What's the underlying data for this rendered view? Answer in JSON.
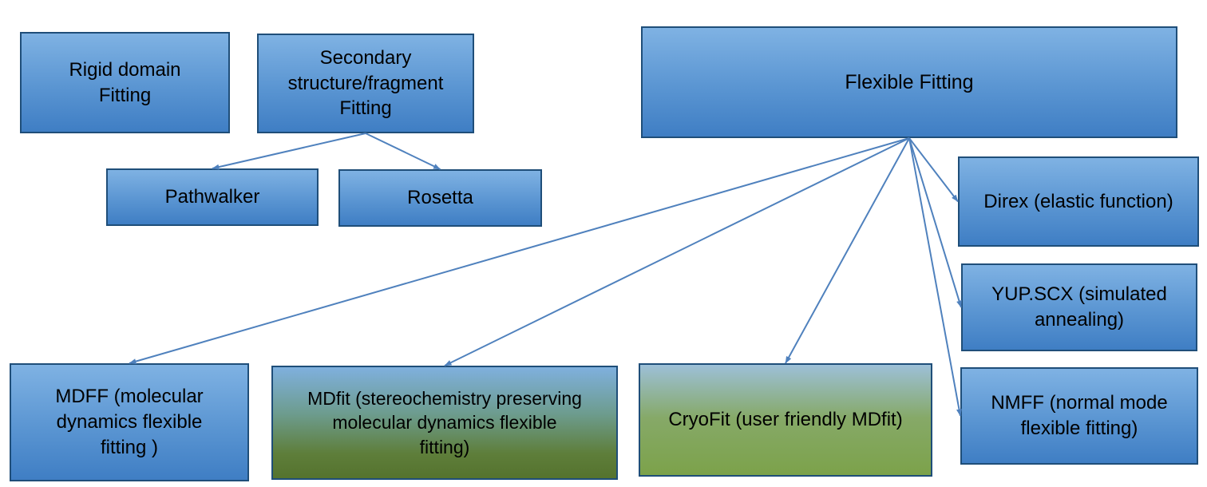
{
  "diagram": {
    "title": "Cryo-EM fitting methods diagram",
    "nodes": {
      "rigid_domain": {
        "label": "Rigid domain Fitting"
      },
      "secondary": {
        "label": "Secondary structure/fragment Fitting"
      },
      "pathwalker": {
        "label": "Pathwalker"
      },
      "rosetta": {
        "label": "Rosetta"
      },
      "flexible": {
        "label": "Flexible Fitting"
      },
      "direx": {
        "label": "Direx (elastic function)"
      },
      "yupscx": {
        "label": "YUP.SCX (simulated annealing)"
      },
      "nmff": {
        "label": "NMFF (normal mode flexible fitting)"
      },
      "mdff": {
        "label": "MDFF (molecular dynamics flexible fitting )"
      },
      "mdfit": {
        "label": "MDfit (stereochemistry preserving molecular dynamics flexible fitting)"
      },
      "cryofit": {
        "label": "CryoFit (user friendly MDfit)"
      }
    },
    "edges": [
      {
        "from": "secondary",
        "to": "pathwalker",
        "fromSide": "bottom",
        "toSide": "top"
      },
      {
        "from": "secondary",
        "to": "rosetta",
        "fromSide": "bottom",
        "toSide": "top"
      },
      {
        "from": "flexible",
        "to": "mdff",
        "fromSide": "bottom",
        "toSide": "top"
      },
      {
        "from": "flexible",
        "to": "mdfit",
        "fromSide": "bottom",
        "toSide": "top"
      },
      {
        "from": "flexible",
        "to": "cryofit",
        "fromSide": "bottom",
        "toSide": "top"
      },
      {
        "from": "flexible",
        "to": "direx",
        "fromSide": "bottom",
        "toSide": "left"
      },
      {
        "from": "flexible",
        "to": "yupscx",
        "fromSide": "bottom",
        "toSide": "left"
      },
      {
        "from": "flexible",
        "to": "nmff",
        "fromSide": "bottom",
        "toSide": "left"
      }
    ],
    "colors": {
      "box_gradient_top": "#7fb2e3",
      "box_gradient_bottom": "#3f7ec4",
      "box_border": "#1F4E79",
      "green_gradient_bottom": "#55732e",
      "cryofit_gradient_bottom": "#7ca24a",
      "arrow": "#4f81bd",
      "text": "#000000",
      "background": "#ffffff"
    }
  }
}
